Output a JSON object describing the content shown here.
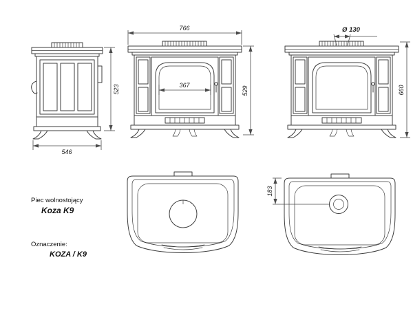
{
  "sheet": {
    "background": "#ffffff",
    "line_color": "#3d3d3d",
    "dim_color": "#4a4a4a"
  },
  "title_block": {
    "type_label": "Piec wolnostojący",
    "model": "Koza K9",
    "designation_label": "Oznaczenie:",
    "designation_value": "KOZA / K9"
  },
  "dimensions": {
    "overall_width": "766",
    "flue_diameter": "Ø 130",
    "glass_width": "367",
    "side_height": "523",
    "front_height": "529",
    "overall_height": "660",
    "depth": "546",
    "flue_offset": "183"
  }
}
